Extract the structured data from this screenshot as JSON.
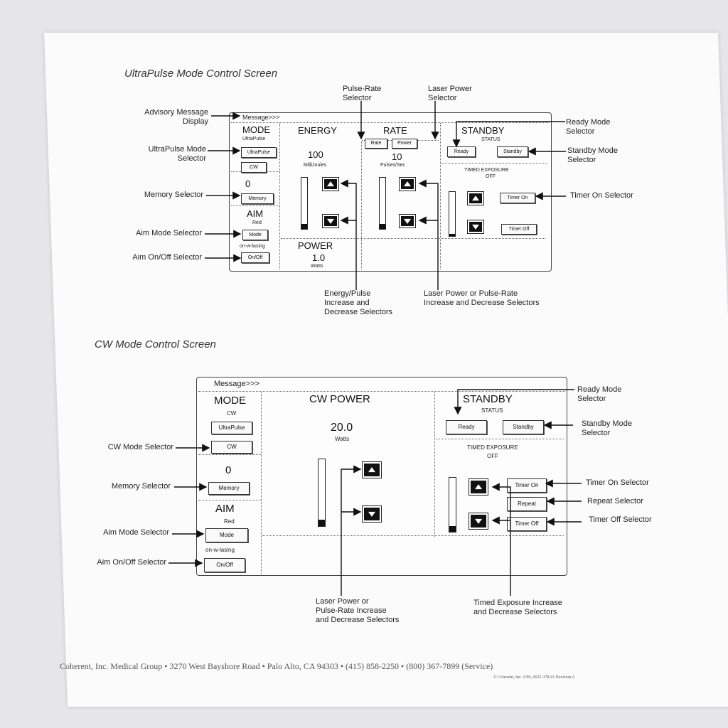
{
  "sheet": {
    "title1": "UltraPulse Mode Control Screen",
    "title2": "CW Mode Control Screen",
    "footer": "Coherent, Inc. Medical Group • 3270 West Bayshore Road • Palo Alto, CA  94303 • (415) 858-2250 • (800) 367-7899 (Service)",
    "footer_small": "© Coherent, Inc. 2/96, 0625-378-01 Revision A"
  },
  "up": {
    "message": "Message>>>",
    "mode_h": "MODE",
    "mode_v": "UltraPulse",
    "btn_ultrapulse": "UltraPulse",
    "btn_cw": "CW",
    "memory_v": "0",
    "btn_memory": "Memory",
    "aim_h": "AIM",
    "aim_v": "Red",
    "btn_mode": "Mode",
    "aim_sub": "on-w-lasing",
    "btn_onoff": "On/Off",
    "energy_h": "ENERGY",
    "energy_v": "100",
    "energy_u": "MilliJoules",
    "rate_h": "RATE",
    "btn_rate": "Rate",
    "btn_power": "Power",
    "rate_v": "10",
    "rate_u": "Pulses/Sec",
    "power_h": "POWER",
    "power_v": "1.0",
    "power_u": "Watts",
    "standby_h": "STANDBY",
    "status": "STATUS",
    "btn_ready": "Ready",
    "btn_standby": "Standby",
    "timed": "TIMED EXPOSURE",
    "timed_v": "OFF",
    "btn_timer_on": "Timer On",
    "btn_timer_off": "Timer Off",
    "callouts": {
      "advisory": "Advisory Message\nDisplay",
      "up_sel": "UltraPulse Mode\nSelector",
      "memory": "Memory Selector",
      "aim_mode": "Aim Mode Selector",
      "aim_onoff": "Aim On/Off Selector",
      "pulse_rate": "Pulse-Rate\nSelector",
      "laser_power": "Laser Power\nSelector",
      "ready": "Ready Mode\nSelector",
      "standby": "Standby Mode\nSelector",
      "timer_on": "Timer On Selector",
      "energy": "Energy/Pulse\nIncrease and\nDecrease Selectors",
      "lp_rate": "Laser Power or Pulse-Rate\nIncrease and Decrease Selectors"
    }
  },
  "cw": {
    "message": "Message>>>",
    "mode_h": "MODE",
    "mode_v": "CW",
    "btn_ultrapulse": "UltraPulse",
    "btn_cw": "CW",
    "memory_v": "0",
    "btn_memory": "Memory",
    "aim_h": "AIM",
    "aim_v": "Red",
    "btn_mode": "Mode",
    "aim_sub": "on-w-lasing",
    "btn_onoff": "On/Off",
    "cwpower_h": "CW POWER",
    "cwpower_v": "20.0",
    "cwpower_u": "Watts",
    "standby_h": "STANDBY",
    "status": "STATUS",
    "btn_ready": "Ready",
    "btn_standby": "Standby",
    "timed": "TIMED EXPOSURE",
    "timed_v": "OFF",
    "btn_timer_on": "Timer On",
    "btn_repeat": "Repeat",
    "btn_timer_off": "Timer Off",
    "callouts": {
      "cw_sel": "CW Mode Selector",
      "memory": "Memory Selector",
      "aim_mode": "Aim Mode Selector",
      "aim_onoff": "Aim On/Off Selector",
      "ready": "Ready Mode\nSelector",
      "standby": "Standby Mode\nSelector",
      "timer_on": "Timer On Selector",
      "repeat": "Repeat Selector",
      "timer_off": "Timer Off Selector",
      "lp_rate": "Laser Power or\nPulse-Rate Increase\nand Decrease Selectors",
      "timed_sel": "Timed Exposure Increase\nand Decrease Selectors"
    }
  }
}
